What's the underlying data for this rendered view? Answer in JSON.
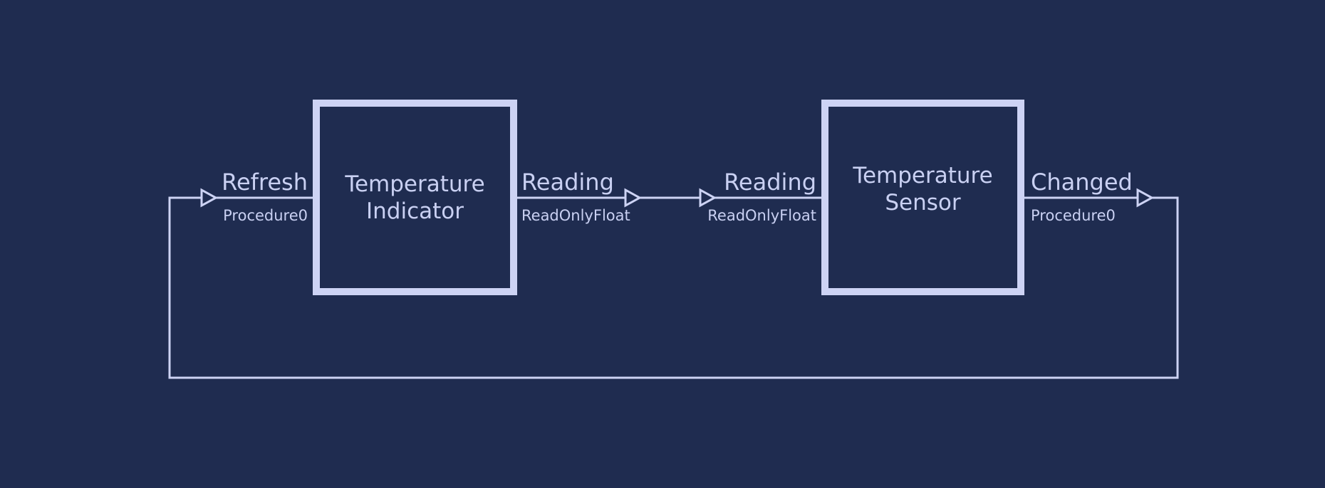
{
  "diagram": {
    "colors": {
      "background": "#1F2C50",
      "line": "#CDD3F4",
      "text": "#C9D0F2"
    },
    "nodes": [
      {
        "label": "Temperature Indicator",
        "ports": [
          {
            "name": "Refresh",
            "type": "Procedure0",
            "side": "left"
          },
          {
            "name": "Reading",
            "type": "ReadOnlyFloat",
            "side": "right"
          }
        ]
      },
      {
        "label": "Temperature Sensor",
        "ports": [
          {
            "name": "Reading",
            "type": "ReadOnlyFloat",
            "side": "left"
          },
          {
            "name": "Changed",
            "type": "Procedure0",
            "side": "right"
          }
        ]
      }
    ],
    "connections": [
      {
        "from": "Temperature Indicator.Reading",
        "to": "Temperature Sensor.Reading"
      },
      {
        "from": "Temperature Sensor.Changed",
        "to": "Temperature Indicator.Refresh"
      }
    ]
  }
}
